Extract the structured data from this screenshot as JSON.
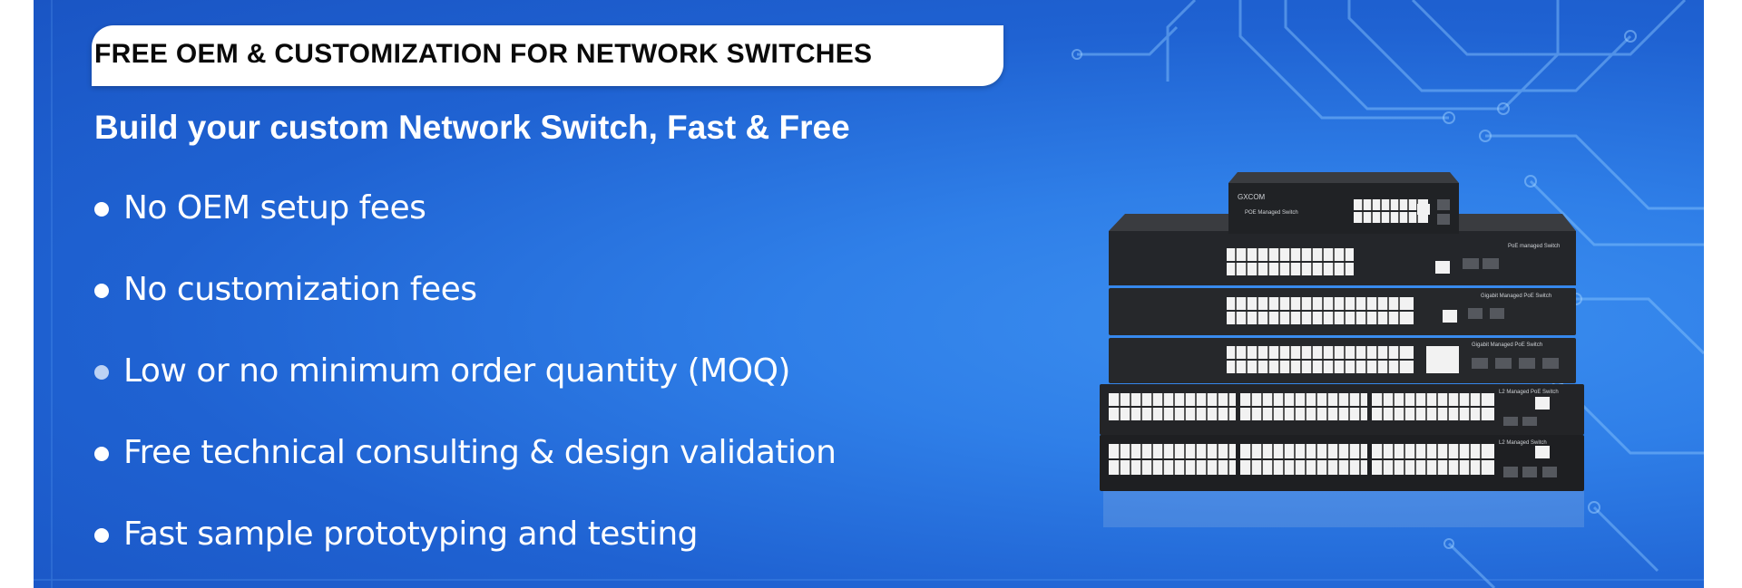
{
  "banner": {
    "headline": "FREE OEM & CUSTOMIZATION FOR NETWORK SWITCHES",
    "subtitle": "Build your custom Network Switch, Fast & Free",
    "features": [
      "No OEM setup fees",
      "No customization fees",
      "Low or no minimum order quantity (MOQ)",
      "Free technical consulting & design validation",
      "Fast sample prototyping and testing"
    ]
  },
  "product": {
    "brand": "GXCOM",
    "top_unit_label": "POE Managed Switch",
    "unit_labels": [
      "PoE managed Switch",
      "Gigabit Managed PoE Switch",
      "Gigabit Managed PoE Switch",
      "L2 Managed PoE Switch",
      "L2 Managed Switch"
    ]
  },
  "colors": {
    "background_dark": "#1a55c4",
    "background_light": "#3c8ff0",
    "circuit": "#7ec0ff",
    "switch_body": "#1e1f22"
  }
}
